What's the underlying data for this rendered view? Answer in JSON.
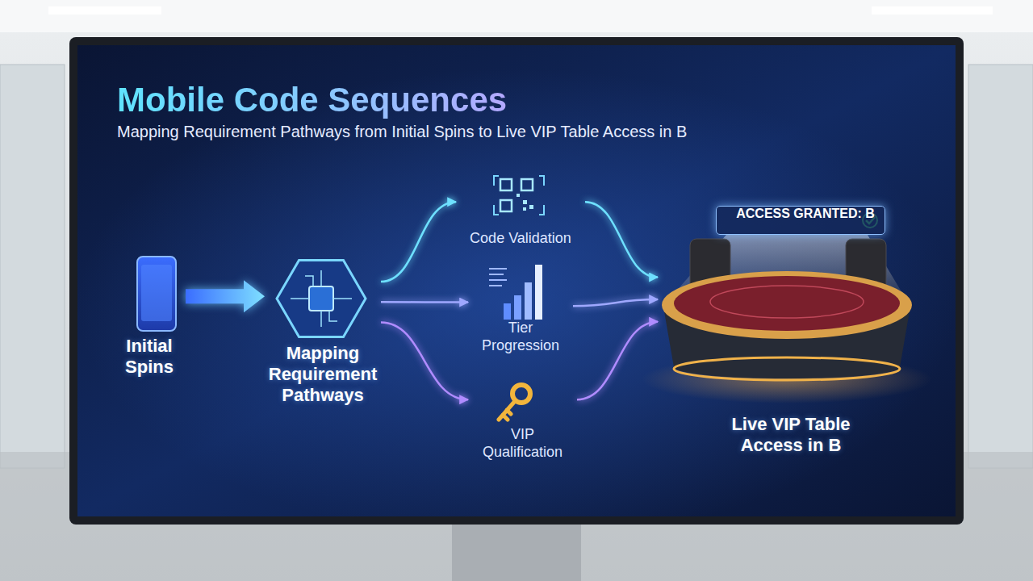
{
  "diagram": {
    "title": "Mobile Code Sequences",
    "nodes": [
      {
        "text": [
          "Initial Spins"
        ]
      },
      {
        "text": [
          "Mapping Requirement Pathways"
        ]
      },
      {
        "text": [
          "Code Validation"
        ]
      },
      {
        "text": [
          "Tier Progression"
        ]
      },
      {
        "text": [
          "VIP Qualification"
        ]
      },
      {
        "text": [
          "Live VIP Table Access in B"
        ]
      },
      {
        "text": [
          "ACCESS GRANTED: B"
        ],
        "in": 5
      }
    ],
    "edges": [
      {
        "from": 0,
        "to": 1,
        "arrow": "to"
      },
      {
        "from": 1,
        "to": 2,
        "arrow": "to"
      },
      {
        "from": 1,
        "to": 3,
        "arrow": "to"
      },
      {
        "from": 1,
        "to": 4,
        "arrow": "to"
      },
      {
        "from": 2,
        "to": 5,
        "arrow": "to"
      },
      {
        "from": 3,
        "to": 5,
        "arrow": "to"
      },
      {
        "from": 4,
        "to": 5,
        "arrow": "to"
      }
    ],
    "labels": [
      "Mapping Requirement Pathways from Initial Spins to Live VIP Table Access in B"
    ]
  }
}
